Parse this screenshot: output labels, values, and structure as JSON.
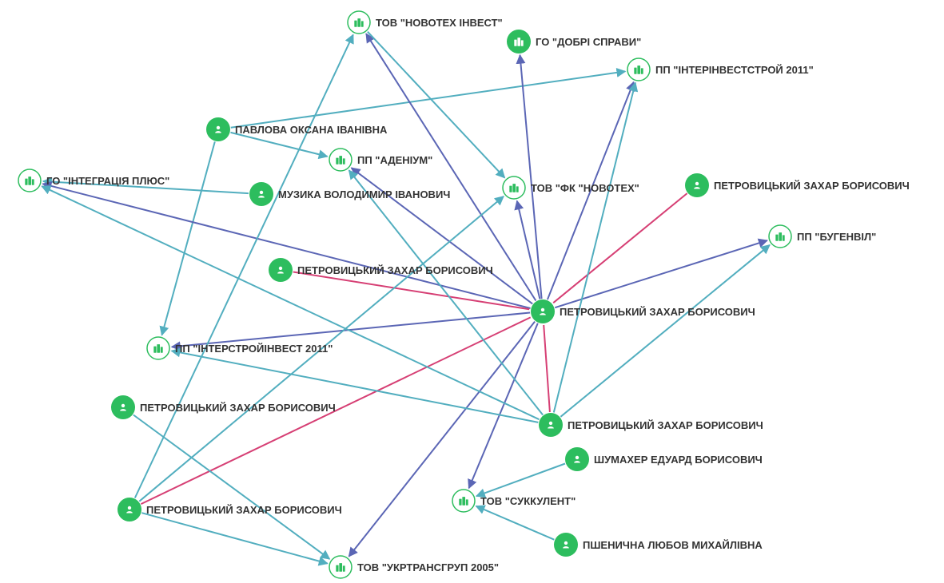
{
  "colors": {
    "person_node": "#2dbd5e",
    "company_ring": "#2dbd5e",
    "company_fill": "#ffffff",
    "edge_teal": "#52aebf",
    "edge_blue": "#5b66b5",
    "edge_pink": "#d63f74",
    "label_text": "#333333"
  },
  "icons": {
    "person": "person-icon",
    "company": "building-icon"
  },
  "nodes": [
    {
      "id": "n1",
      "type": "company-outline",
      "label": "ТОВ \"НОВОТЕХ ІНВЕСТ\""
    },
    {
      "id": "n2",
      "type": "company-solid",
      "label": "ГО \"ДОБРІ СПРАВИ\""
    },
    {
      "id": "n3",
      "type": "company-outline",
      "label": "ПП \"ІНТЕРІНВЕСТСТРОЙ 2011\""
    },
    {
      "id": "n4",
      "type": "person",
      "label": "ПАВЛОВА ОКСАНА ІВАНІВНА"
    },
    {
      "id": "n5",
      "type": "company-outline",
      "label": "ПП \"АДЕНІУМ\""
    },
    {
      "id": "n6",
      "type": "company-outline",
      "label": "ГО \"ІНТЕГРАЦІЯ ПЛЮС\""
    },
    {
      "id": "n7",
      "type": "person",
      "label": "МУЗИКА ВОЛОДИМИР ІВАНОВИЧ"
    },
    {
      "id": "n8",
      "type": "company-outline",
      "label": "ТОВ \"ФК \"НОВОТЕХ\""
    },
    {
      "id": "n9",
      "type": "person",
      "label": "ПЕТРОВИЦЬКИЙ ЗАХАР БОРИСОВИЧ"
    },
    {
      "id": "n10",
      "type": "company-outline",
      "label": "ПП \"БУГЕНВІЛ\""
    },
    {
      "id": "n11",
      "type": "person",
      "label": "ПЕТРОВИЦЬКИЙ ЗАХАР БОРИСОВИЧ"
    },
    {
      "id": "n12",
      "type": "person",
      "label": "ПЕТРОВИЦЬКИЙ ЗАХАР БОРИСОВИЧ"
    },
    {
      "id": "n13",
      "type": "company-outline",
      "label": "ПП \"ІНТЕРСТРОЙІНВЕСТ 2011\""
    },
    {
      "id": "n14",
      "type": "person",
      "label": "ПЕТРОВИЦЬКИЙ ЗАХАР БОРИСОВИЧ"
    },
    {
      "id": "n15",
      "type": "person",
      "label": "ПЕТРОВИЦЬКИЙ ЗАХАР БОРИСОВИЧ"
    },
    {
      "id": "n16",
      "type": "person",
      "label": "ШУМАХЕР ЕДУАРД БОРИСОВИЧ"
    },
    {
      "id": "n17",
      "type": "company-outline",
      "label": "ТОВ \"СУККУЛЕНТ\""
    },
    {
      "id": "n18",
      "type": "person",
      "label": "ПЕТРОВИЦЬКИЙ ЗАХАР БОРИСОВИЧ"
    },
    {
      "id": "n19",
      "type": "person",
      "label": "ПШЕНИЧНА ЛЮБОВ МИХАЙЛІВНА"
    },
    {
      "id": "n20",
      "type": "company-outline",
      "label": "ТОВ \"УКРТРАНСГРУП 2005\""
    }
  ],
  "edges": [
    {
      "from": "n4",
      "to": "n3",
      "kind": "teal",
      "arrow": true
    },
    {
      "from": "n4",
      "to": "n5",
      "kind": "teal",
      "arrow": true
    },
    {
      "from": "n4",
      "to": "n13",
      "kind": "teal",
      "arrow": true
    },
    {
      "from": "n7",
      "to": "n6",
      "kind": "teal",
      "arrow": true
    },
    {
      "from": "n12",
      "to": "n1",
      "kind": "blue",
      "arrow": true
    },
    {
      "from": "n12",
      "to": "n2",
      "kind": "blue",
      "arrow": true
    },
    {
      "from": "n12",
      "to": "n3",
      "kind": "blue",
      "arrow": true
    },
    {
      "from": "n12",
      "to": "n5",
      "kind": "blue",
      "arrow": true
    },
    {
      "from": "n12",
      "to": "n6",
      "kind": "blue",
      "arrow": true
    },
    {
      "from": "n12",
      "to": "n8",
      "kind": "blue",
      "arrow": true
    },
    {
      "from": "n12",
      "to": "n10",
      "kind": "blue",
      "arrow": true
    },
    {
      "from": "n12",
      "to": "n13",
      "kind": "blue",
      "arrow": true
    },
    {
      "from": "n12",
      "to": "n17",
      "kind": "blue",
      "arrow": true
    },
    {
      "from": "n12",
      "to": "n20",
      "kind": "blue",
      "arrow": true
    },
    {
      "from": "n1",
      "to": "n8",
      "kind": "teal",
      "arrow": true
    },
    {
      "from": "n9",
      "to": "n12",
      "kind": "pink",
      "arrow": false
    },
    {
      "from": "n11",
      "to": "n12",
      "kind": "pink",
      "arrow": false
    },
    {
      "from": "n15",
      "to": "n12",
      "kind": "pink",
      "arrow": false
    },
    {
      "from": "n18",
      "to": "n12",
      "kind": "pink",
      "arrow": false
    },
    {
      "from": "n15",
      "to": "n6",
      "kind": "teal",
      "arrow": true
    },
    {
      "from": "n15",
      "to": "n13",
      "kind": "teal",
      "arrow": true
    },
    {
      "from": "n15",
      "to": "n3",
      "kind": "teal",
      "arrow": true
    },
    {
      "from": "n15",
      "to": "n10",
      "kind": "teal",
      "arrow": true
    },
    {
      "from": "n15",
      "to": "n5",
      "kind": "teal",
      "arrow": true
    },
    {
      "from": "n14",
      "to": "n20",
      "kind": "teal",
      "arrow": true
    },
    {
      "from": "n18",
      "to": "n20",
      "kind": "teal",
      "arrow": true
    },
    {
      "from": "n18",
      "to": "n1",
      "kind": "teal",
      "arrow": true
    },
    {
      "from": "n18",
      "to": "n8",
      "kind": "teal",
      "arrow": true
    },
    {
      "from": "n16",
      "to": "n17",
      "kind": "teal",
      "arrow": true
    },
    {
      "from": "n19",
      "to": "n17",
      "kind": "teal",
      "arrow": true
    }
  ]
}
